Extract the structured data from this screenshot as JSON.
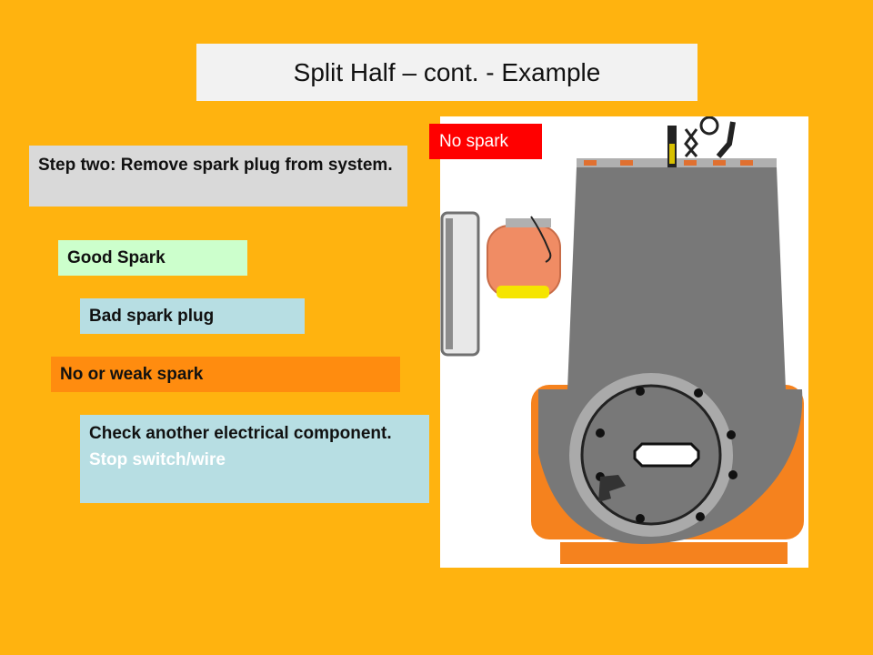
{
  "title": "Split Half – cont. - Example",
  "step": "Step two: Remove spark plug from system.",
  "outcomes": {
    "good": "Good Spark",
    "bad_plug": "Bad spark plug",
    "weak": "No or weak spark"
  },
  "check": {
    "text": "Check another electrical component.",
    "highlight": "Stop switch/wire"
  },
  "image_label": "No spark",
  "colors": {
    "background": "#FFB30F",
    "title_bg": "#F2F2F2",
    "step_bg": "#D9D9D9",
    "good_bg": "#CCFFCC",
    "blue_bg": "#B7DEE3",
    "weak_bg": "#FF8C0F",
    "label_bg": "#FF0000",
    "engine_gray": "#787878",
    "fuel_tank": "#F08C64",
    "base_orange": "#F5821E"
  }
}
